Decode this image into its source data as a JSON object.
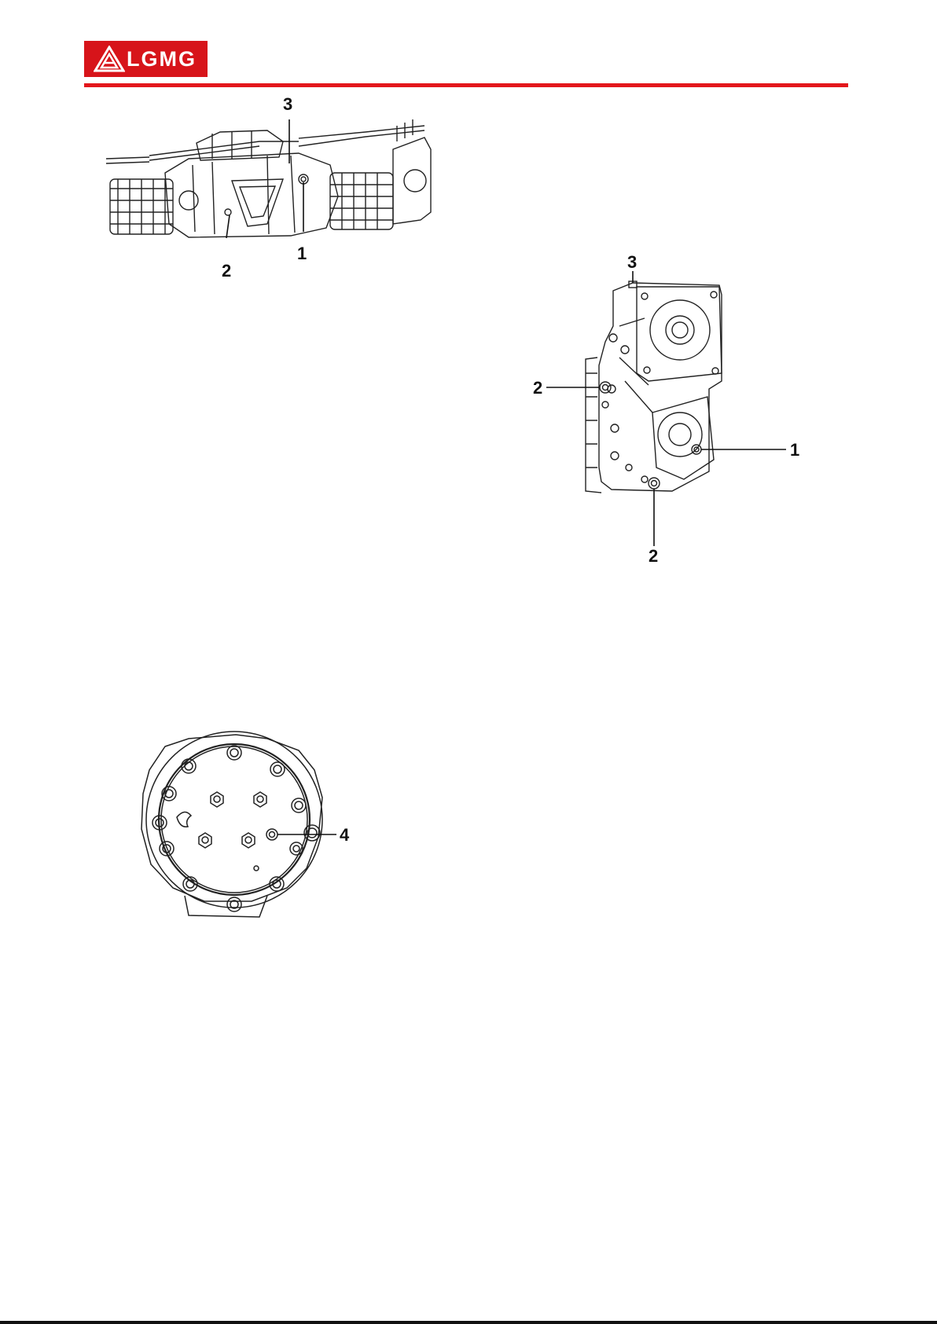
{
  "header": {
    "brand": "LGMG",
    "brand_color": "#d7141a",
    "rule_color": "#e3161b"
  },
  "figures": {
    "axle": {
      "callouts": [
        "3",
        "2",
        "1"
      ]
    },
    "gearbox": {
      "callouts": [
        "3",
        "2",
        "1",
        "2"
      ]
    },
    "hub": {
      "callouts": [
        "4"
      ]
    }
  }
}
